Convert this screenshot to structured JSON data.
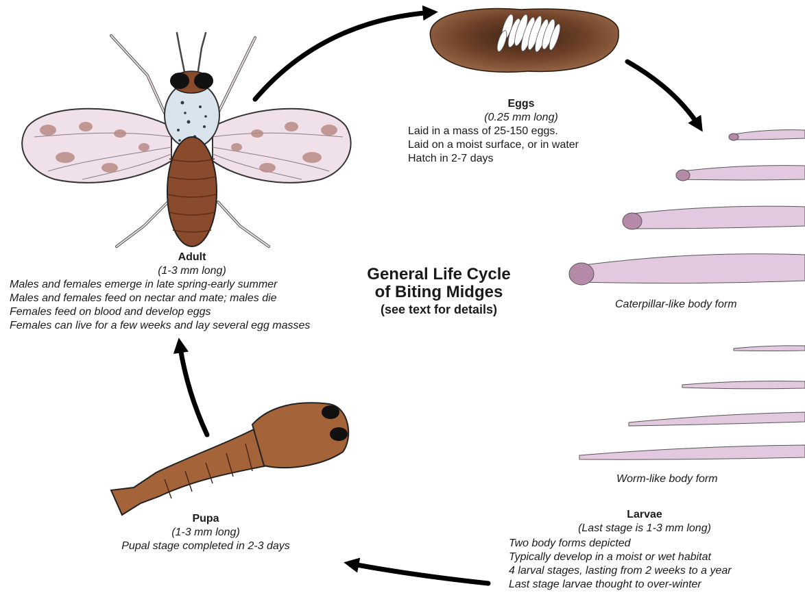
{
  "title": {
    "line1": "General Life Cycle",
    "line2": "of Biting Midges",
    "subtitle": "(see text for details)"
  },
  "eggs": {
    "heading": "Eggs",
    "size": "(0.25 mm long)",
    "notes": [
      "Laid in a mass of 25-150 eggs.",
      "Laid on a moist surface, or in water",
      "Hatch in 2-7 days"
    ]
  },
  "larvae": {
    "caption_caterpillar": "Caterpillar-like body form",
    "caption_worm": "Worm-like body form",
    "heading": "Larvae",
    "size": "(Last stage is 1-3 mm long)",
    "notes": [
      "Two body forms depicted",
      "Typically develop in a moist or wet habitat",
      "4 larval stages, lasting from 2 weeks to a year",
      "Last stage larvae thought to over-winter"
    ]
  },
  "pupa": {
    "heading": "Pupa",
    "size": "(1-3 mm long)",
    "notes": [
      "Pupal stage completed in 2-3 days"
    ]
  },
  "adult": {
    "heading": "Adult",
    "size": "(1-3 mm long)",
    "notes": [
      "Males and females emerge in late spring-early summer",
      "Males and females feed on nectar and mate; males die",
      "Females feed on blood and develop eggs",
      "Females can live for a few weeks and lay several egg masses"
    ]
  },
  "colors": {
    "wing_fill": "#efe0ea",
    "wing_spot": "#b98b84",
    "abdomen": "#8a4a2c",
    "thorax": "#d9e4ec",
    "larva_fill": "#e3c9e0",
    "larva_head": "#b58aa8",
    "pupa": "#a5633a",
    "egg_pad": "#8a5a3c",
    "arrow": "#000000"
  }
}
